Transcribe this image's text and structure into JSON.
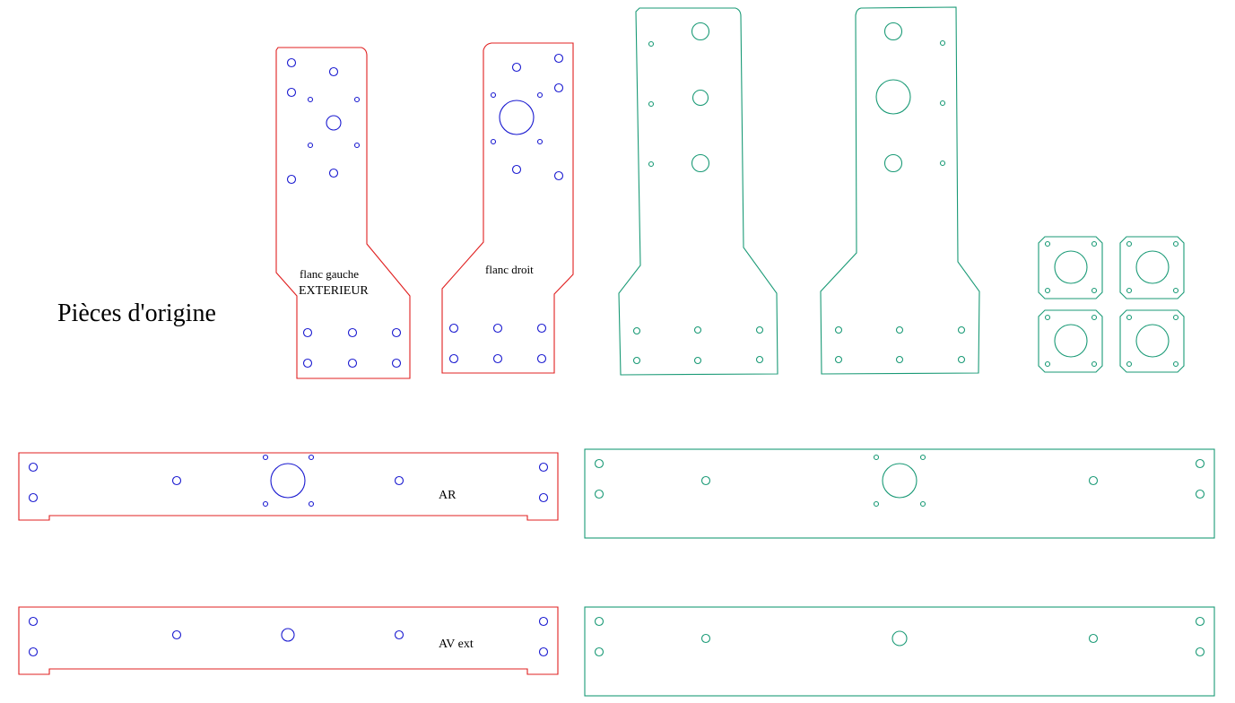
{
  "title": "Pièces d'origine",
  "labels": {
    "flanc_gauche": "flanc gauche",
    "exterieur": "EXTERIEUR",
    "flanc_droit": "flanc droit",
    "ar": "AR",
    "av_ext": "AV ext"
  },
  "colors": {
    "original_outline": "#e02020",
    "original_holes": "#1a1ad0",
    "new_parts": "#1a9a76",
    "background": "#ffffff"
  }
}
